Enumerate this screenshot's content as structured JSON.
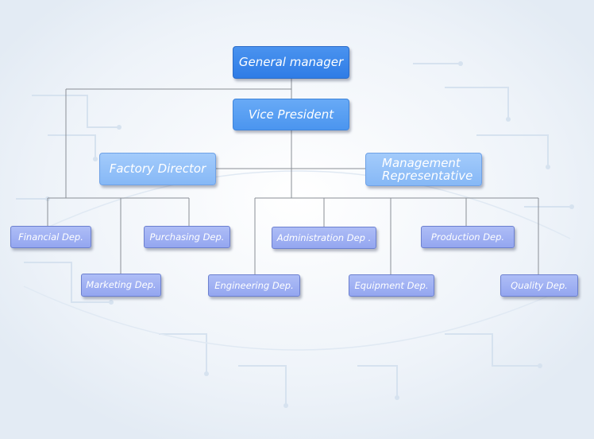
{
  "colors": {
    "line": "#8a8f96",
    "top_box": "#3a86ea",
    "mid_box": "#93c0f8",
    "dep_box": "#a0b1f3"
  },
  "nodes": {
    "general_manager": "General manager",
    "vice_president": "Vice President",
    "factory_director": "Factory Director",
    "management_representative": [
      "Management",
      "Representative"
    ],
    "financial": "Financial Dep.",
    "purchasing": "Purchasing Dep.",
    "marketing": "Marketing Dep.",
    "administration": "Administration Dep .",
    "production": "Production Dep.",
    "engineering": "Engineering Dep.",
    "equipment": "Equipment Dep.",
    "quality": "Quality Dep."
  }
}
